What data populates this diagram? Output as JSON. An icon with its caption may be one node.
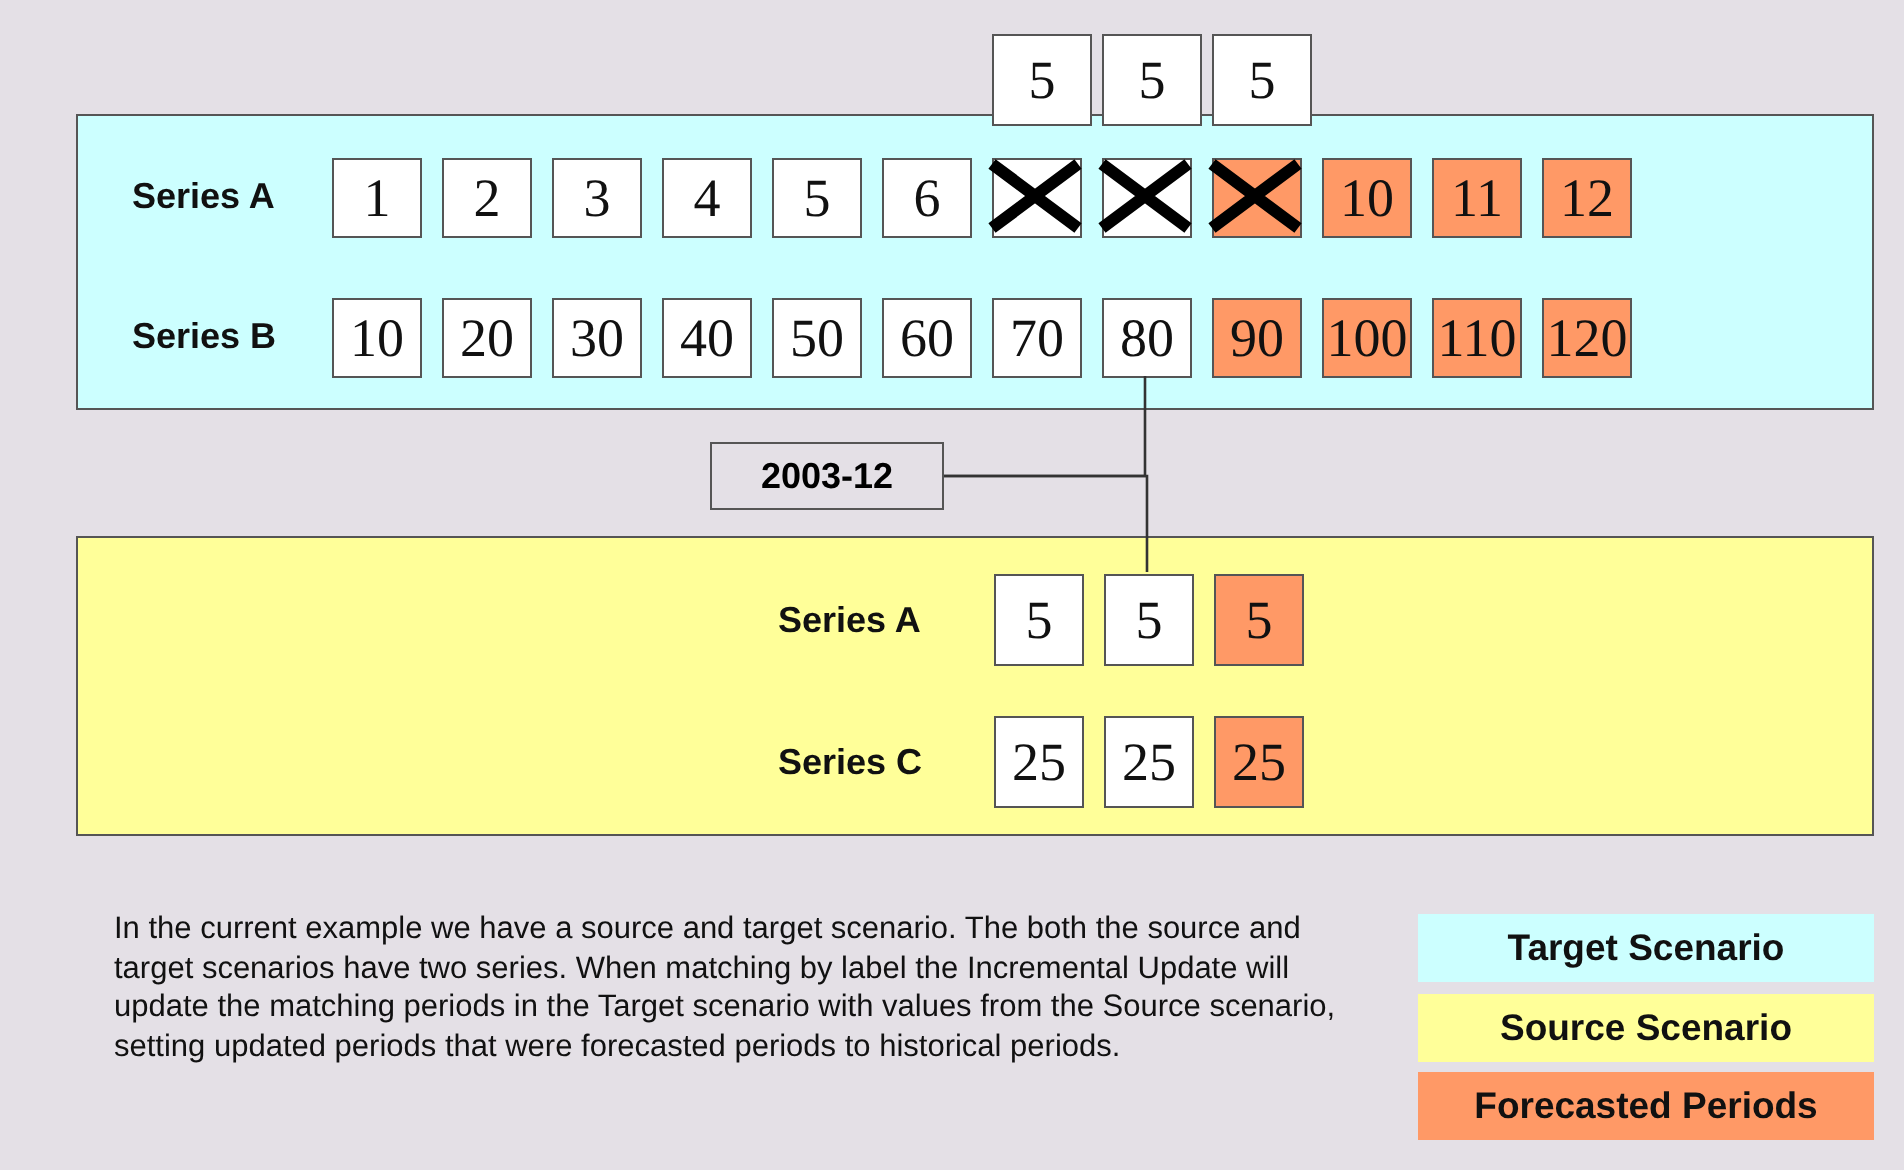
{
  "diagram": {
    "nodes": [
      {
        "text": [
          "5"
        ]
      },
      {
        "text": [
          "5"
        ]
      },
      {
        "text": [
          "5"
        ]
      },
      {
        "text": [],
        "shape": "box"
      },
      {
        "text": [
          "1"
        ],
        "in": 3
      },
      {
        "text": [
          "2"
        ],
        "in": 3
      },
      {
        "text": [
          "3"
        ],
        "in": 3
      },
      {
        "text": [
          "4"
        ],
        "in": 3
      },
      {
        "text": [
          "5"
        ],
        "in": 3
      },
      {
        "text": [
          "6"
        ],
        "in": 3
      },
      {
        "text": [],
        "shape": "box",
        "in": 3
      },
      {
        "text": [],
        "shape": "box",
        "in": 3
      },
      {
        "text": [],
        "shape": "box",
        "in": 3
      },
      {
        "text": [
          "10"
        ],
        "in": 3
      },
      {
        "text": [
          "11"
        ],
        "in": 3
      },
      {
        "text": [
          "12"
        ],
        "in": 3
      },
      {
        "text": [
          "10"
        ],
        "in": 3
      },
      {
        "text": [
          "20"
        ],
        "in": 3
      },
      {
        "text": [
          "30"
        ],
        "in": 3
      },
      {
        "text": [
          "40"
        ],
        "in": 3
      },
      {
        "text": [
          "50"
        ],
        "in": 3
      },
      {
        "text": [
          "60"
        ],
        "in": 3
      },
      {
        "text": [
          "70"
        ],
        "in": 3
      },
      {
        "text": [
          "80"
        ],
        "in": 3
      },
      {
        "text": [
          "90"
        ],
        "in": 3
      },
      {
        "text": [
          "100"
        ],
        "in": 3
      },
      {
        "text": [
          "110"
        ],
        "in": 3
      },
      {
        "text": [
          "120"
        ],
        "in": 3
      },
      {
        "text": [
          "2003-12"
        ]
      },
      {
        "text": [],
        "shape": "box"
      },
      {
        "text": [
          "5"
        ],
        "in": 29
      },
      {
        "text": [
          "5"
        ],
        "in": 29
      },
      {
        "text": [
          "5"
        ],
        "in": 29
      },
      {
        "text": [
          "25"
        ],
        "in": 29
      },
      {
        "text": [
          "25"
        ],
        "in": 29
      },
      {
        "text": [
          "25"
        ],
        "in": 29
      }
    ],
    "edges": [
      {
        "from": 28,
        "to": 23,
        "arrow": "none"
      },
      {
        "from": 28,
        "to": 31,
        "arrow": "none"
      }
    ],
    "labels": [
      "Series A",
      "Series B",
      "Series A",
      "Series C",
      "In the current example we have a source and target scenario.  The both the source and target scenarios have two series.  When matching by label the Incremental Update will update the matching periods in the Target scenario with values from the Source scenario, setting updated periods that were forecasted periods to historical periods."
    ],
    "legend": [
      {
        "text": "Target Scenario",
        "color": "#ccffff"
      },
      {
        "text": "Source Scenario",
        "color": "#ffff99"
      },
      {
        "text": "Forecasted Periods",
        "color": "#ff9966"
      }
    ]
  }
}
